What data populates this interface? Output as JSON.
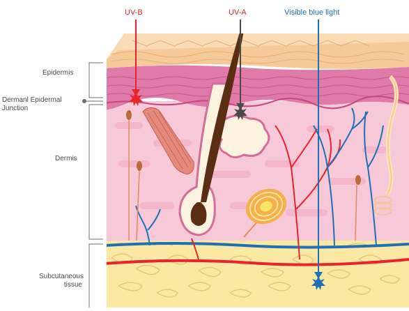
{
  "rays": {
    "uvb": {
      "label": "UV-B",
      "color": "#e8232b"
    },
    "uva": {
      "label": "UV-A",
      "color": "#e8232b",
      "arrow_color": "#4a4a4a"
    },
    "blue": {
      "label": "Visible blue light",
      "color": "#1f6fb5"
    }
  },
  "layers": {
    "epidermis": "Epidermis",
    "junction_line1": "Dermanl Epidermal",
    "junction_line2": "Junction",
    "dermis": "Dermis",
    "subcutaneous_line1": "Subcutaneous",
    "subcutaneous_line2": "tissue"
  },
  "colors": {
    "stratum_corneum": "#f6c998",
    "epidermis": "#e07aa8",
    "dermis": "#f7c8d8",
    "fat": "#fbe9a3",
    "artery": "#e8232b",
    "vein": "#1f6fb5",
    "hair": "#5a2e12"
  }
}
